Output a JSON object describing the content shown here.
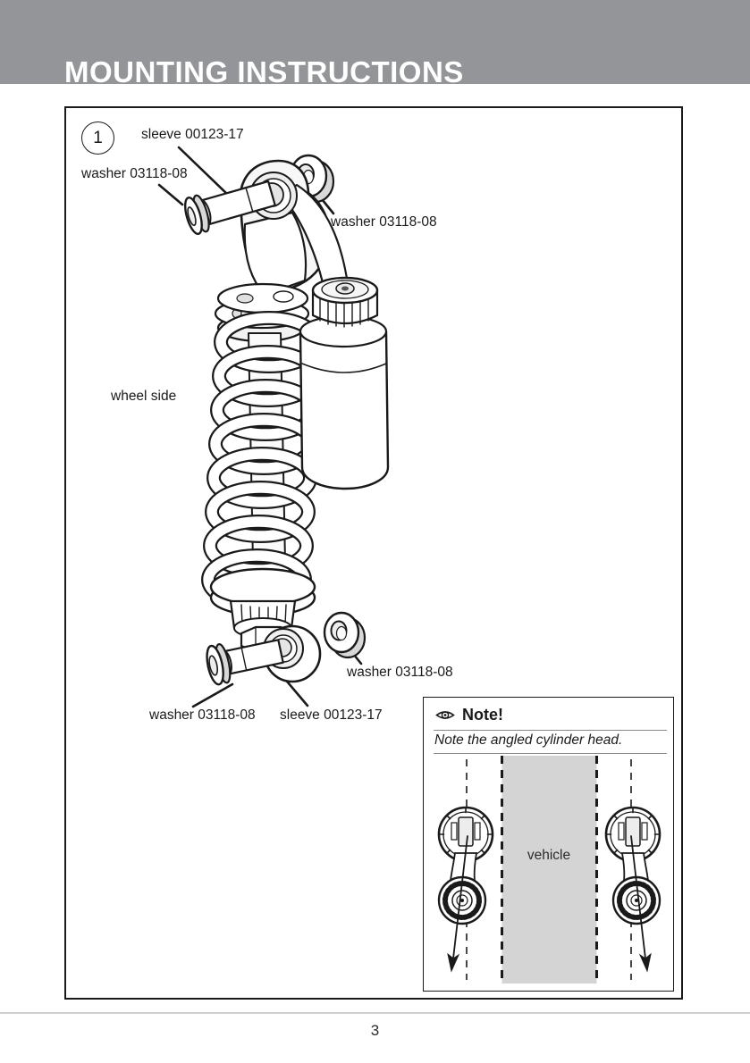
{
  "header": {
    "title": "MOUNTING INSTRUCTIONS"
  },
  "figure": {
    "step_number": "1",
    "labels": {
      "sleeve_top": "sleeve 00123-17",
      "washer_top_left": "washer 03118-08",
      "washer_top_right": "washer 03118-08",
      "wheel_side": "wheel side",
      "washer_bottom_right": "washer 03118-08",
      "washer_bottom_left": "washer 03118-08",
      "sleeve_bottom": "sleeve 00123-17"
    }
  },
  "note": {
    "icon": "eye-icon",
    "title": "Note!",
    "body": "Note the angled cylinder head.",
    "vehicle_label": "vehicle"
  },
  "footer": {
    "page_number": "3"
  },
  "colors": {
    "header_bg": "#939598",
    "header_text": "#ffffff",
    "ink": "#1a1a1a",
    "vehicle_band": "#d4d4d4",
    "footer_rule": "#cfcfcf"
  }
}
